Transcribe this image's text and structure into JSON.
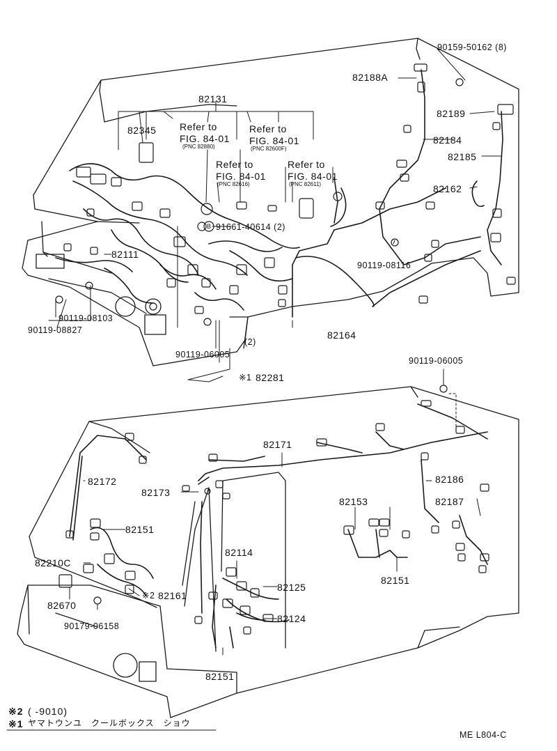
{
  "diagram": {
    "colors": {
      "ink": "#1a1a1a",
      "background": "#ffffff"
    },
    "top_labels": {
      "p90159": "90159-50162 (8)",
      "p82188a": "82188A",
      "p82131": "82131",
      "p82189": "82189",
      "p82345": "82345",
      "p82184": "82184",
      "p82185": "82185",
      "p82162": "82162",
      "p82111": "82111",
      "p91661": "91661-40614 (2)",
      "p90119_08116": "90119-08116",
      "p90119_08103": "90119-08103",
      "p90119_08827": "90119-08827",
      "p82164": "82164",
      "p90119_06005a": "90119-06005",
      "p_qty2": "(2)",
      "p82281": "82281",
      "p82281_mark": "※1",
      "circle_b": "B"
    },
    "refs": [
      {
        "line1": "Refer to",
        "line2": "FIG. 84-01",
        "pnc": "(PNC 82880)"
      },
      {
        "line1": "Refer to",
        "line2": "FIG. 84-01",
        "pnc": "(PNC 82600F)"
      },
      {
        "line1": "Refer to",
        "line2": "FIG. 84-01",
        "pnc": "(PNC 82616)"
      },
      {
        "line1": "Refer to",
        "line2": "FIG. 84-01",
        "pnc": "(PNC 82611)"
      }
    ],
    "bottom_labels": {
      "p90119_06005b": "90119-06005",
      "p82171": "82171",
      "p82172": "82172",
      "p82186": "82186",
      "p82173": "82173",
      "p82153": "82153",
      "p82187": "82187",
      "p82151a": "82151",
      "p82114": "82114",
      "p82210c": "82210C",
      "p82125": "82125",
      "p82161": "82161",
      "p82161_mark": "※2",
      "p82670": "82670",
      "p82151b": "82151",
      "p82124": "82124",
      "p90179": "90179-06158",
      "p82151c": "82151"
    },
    "notes": {
      "note2_mark": "※2",
      "note2_text": "(      -9010)",
      "note1_mark": "※1",
      "note1_text": "ヤマトウンユ　クールボックス　ショウ"
    },
    "code": "ME L804-C"
  }
}
